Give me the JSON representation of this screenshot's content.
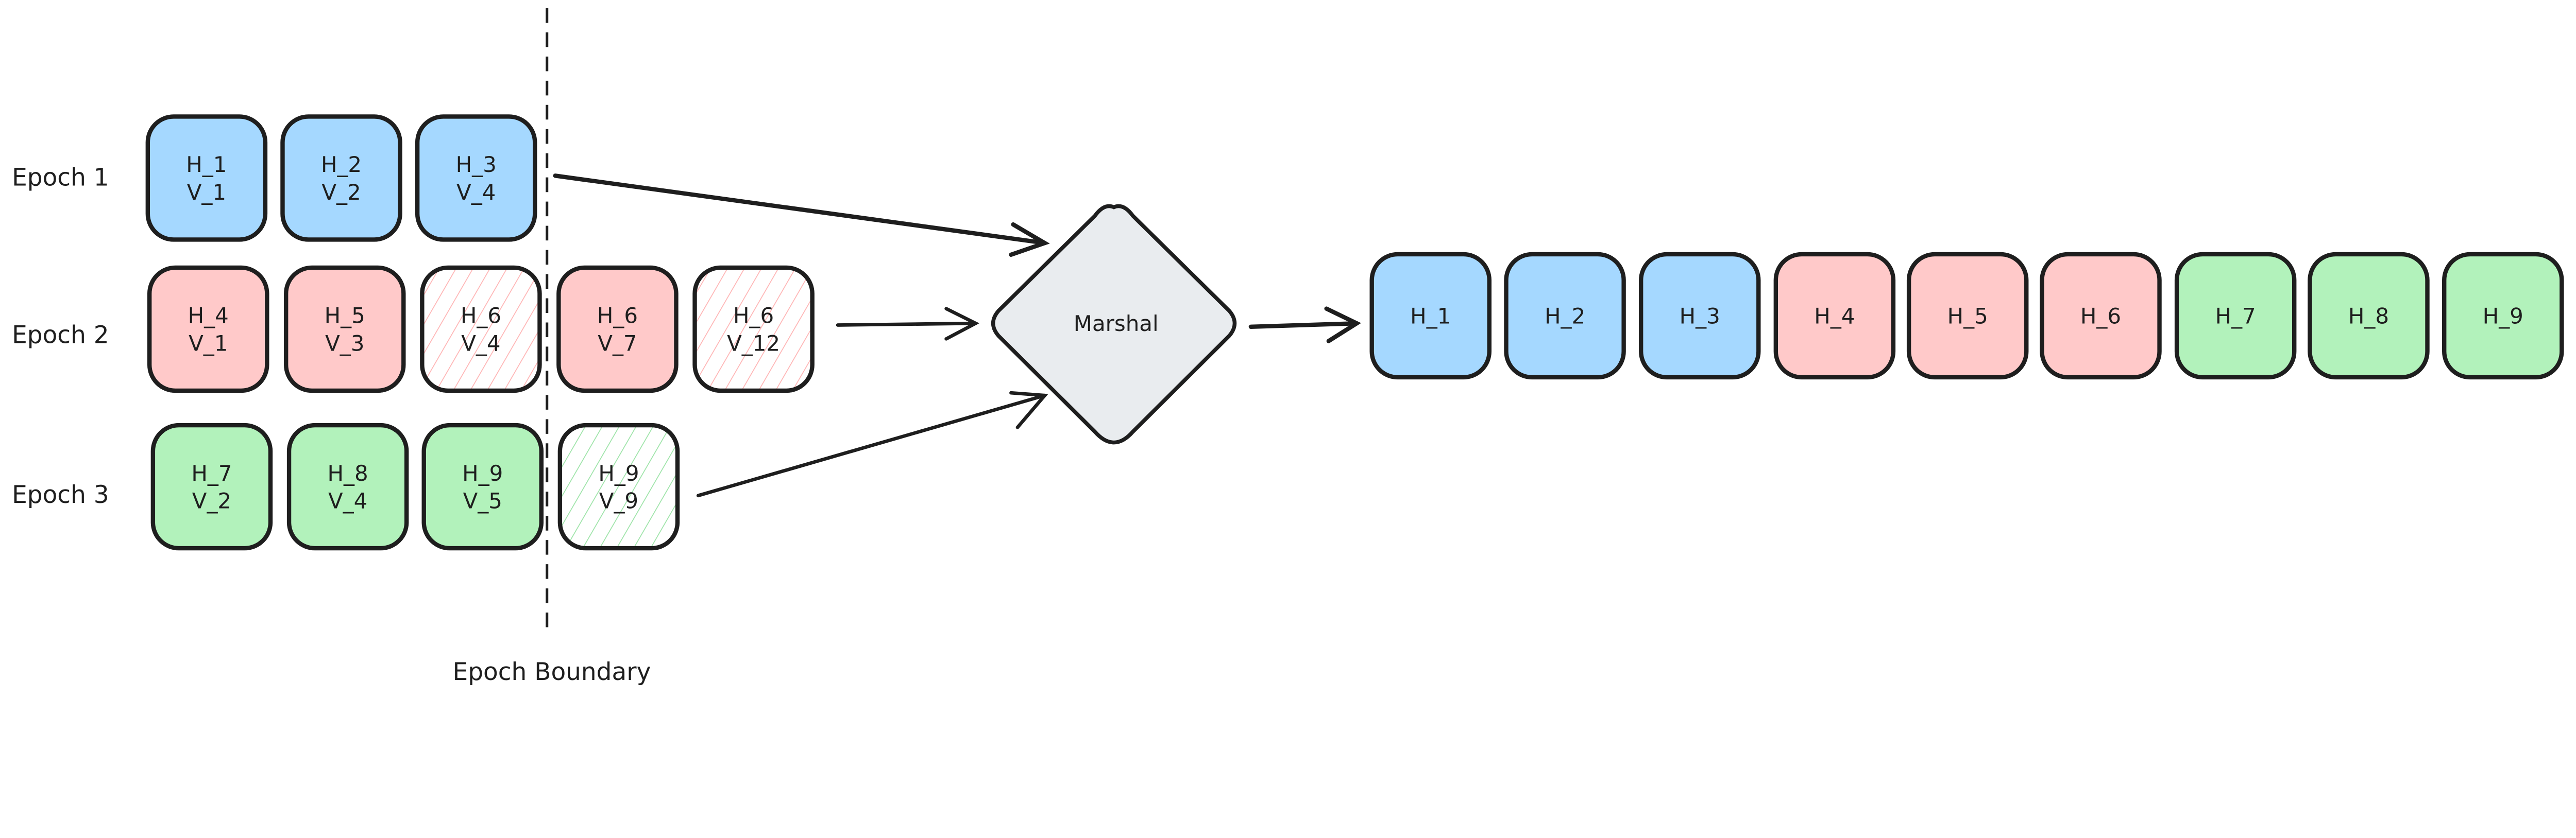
{
  "colors": {
    "blue": "#a5d8ff",
    "red": "#ffc9c9",
    "green": "#b2f2bb",
    "gray": "#e9ecef",
    "stroke": "#1e1e1e",
    "red_hatch": "#ffb3b3",
    "green_hatch": "#9be3a6"
  },
  "epochs": [
    {
      "label": "Epoch 1",
      "color": "blue",
      "boxes": [
        {
          "h": "H_1",
          "v": "V_1",
          "hatched": false
        },
        {
          "h": "H_2",
          "v": "V_2",
          "hatched": false
        },
        {
          "h": "H_3",
          "v": "V_4",
          "hatched": false
        }
      ]
    },
    {
      "label": "Epoch 2",
      "color": "red",
      "boxes": [
        {
          "h": "H_4",
          "v": "V_1",
          "hatched": false
        },
        {
          "h": "H_5",
          "v": "V_3",
          "hatched": false
        },
        {
          "h": "H_6",
          "v": "V_4",
          "hatched": true
        },
        {
          "h": "H_6",
          "v": "V_7",
          "hatched": false
        },
        {
          "h": "H_6",
          "v": "V_12",
          "hatched": true
        }
      ]
    },
    {
      "label": "Epoch 3",
      "color": "green",
      "boxes": [
        {
          "h": "H_7",
          "v": "V_2",
          "hatched": false
        },
        {
          "h": "H_8",
          "v": "V_4",
          "hatched": false
        },
        {
          "h": "H_9",
          "v": "V_5",
          "hatched": false
        },
        {
          "h": "H_9",
          "v": "V_9",
          "hatched": true
        }
      ]
    }
  ],
  "boundary_label": "Epoch Boundary",
  "marshal_label": "Marshal",
  "output": [
    {
      "h": "H_1",
      "color": "blue"
    },
    {
      "h": "H_2",
      "color": "blue"
    },
    {
      "h": "H_3",
      "color": "blue"
    },
    {
      "h": "H_4",
      "color": "red"
    },
    {
      "h": "H_5",
      "color": "red"
    },
    {
      "h": "H_6",
      "color": "red"
    },
    {
      "h": "H_7",
      "color": "green"
    },
    {
      "h": "H_8",
      "color": "green"
    },
    {
      "h": "H_9",
      "color": "green"
    }
  ]
}
